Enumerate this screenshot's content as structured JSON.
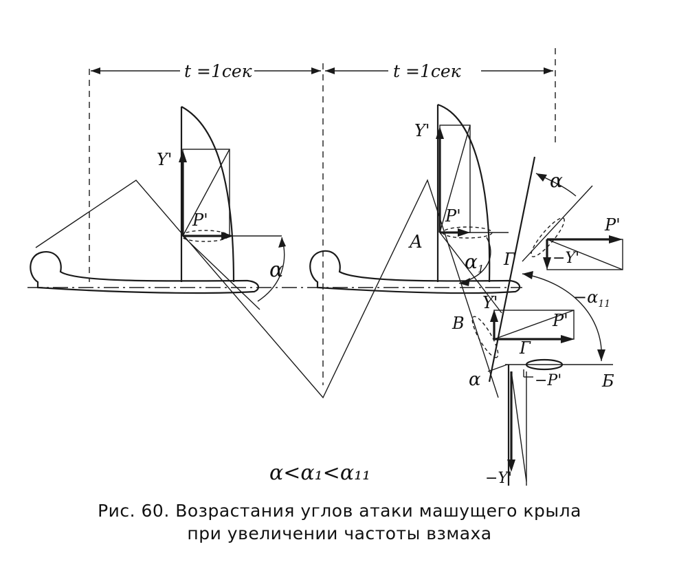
{
  "labels": {
    "t_left": "t =1сек",
    "t_right": "t =1сек",
    "y1": "Y'",
    "p1": "P'",
    "alpha": "α",
    "y2": "Y'",
    "p2": "P'",
    "A": "A",
    "alpha1": "α",
    "alpha1_sub": "1",
    "G1": "Г",
    "alpha_top": "α",
    "P_right": "P'",
    "negY_right": "−Y'",
    "alpha11": "−α",
    "alpha11_sub": "11",
    "B": "В",
    "y3": "Y'",
    "p3": "P'",
    "G2": "Г",
    "alpha_low": "α",
    "negP": "−P'",
    "Bb": "Б",
    "negY_bottom": "−Y'",
    "inequality": "α<α₁<α₁₁"
  },
  "caption": {
    "line1": "Рис. 60. Возрастания углов атаки машущего крыла",
    "line2": "при увеличении частоты взмаха"
  }
}
